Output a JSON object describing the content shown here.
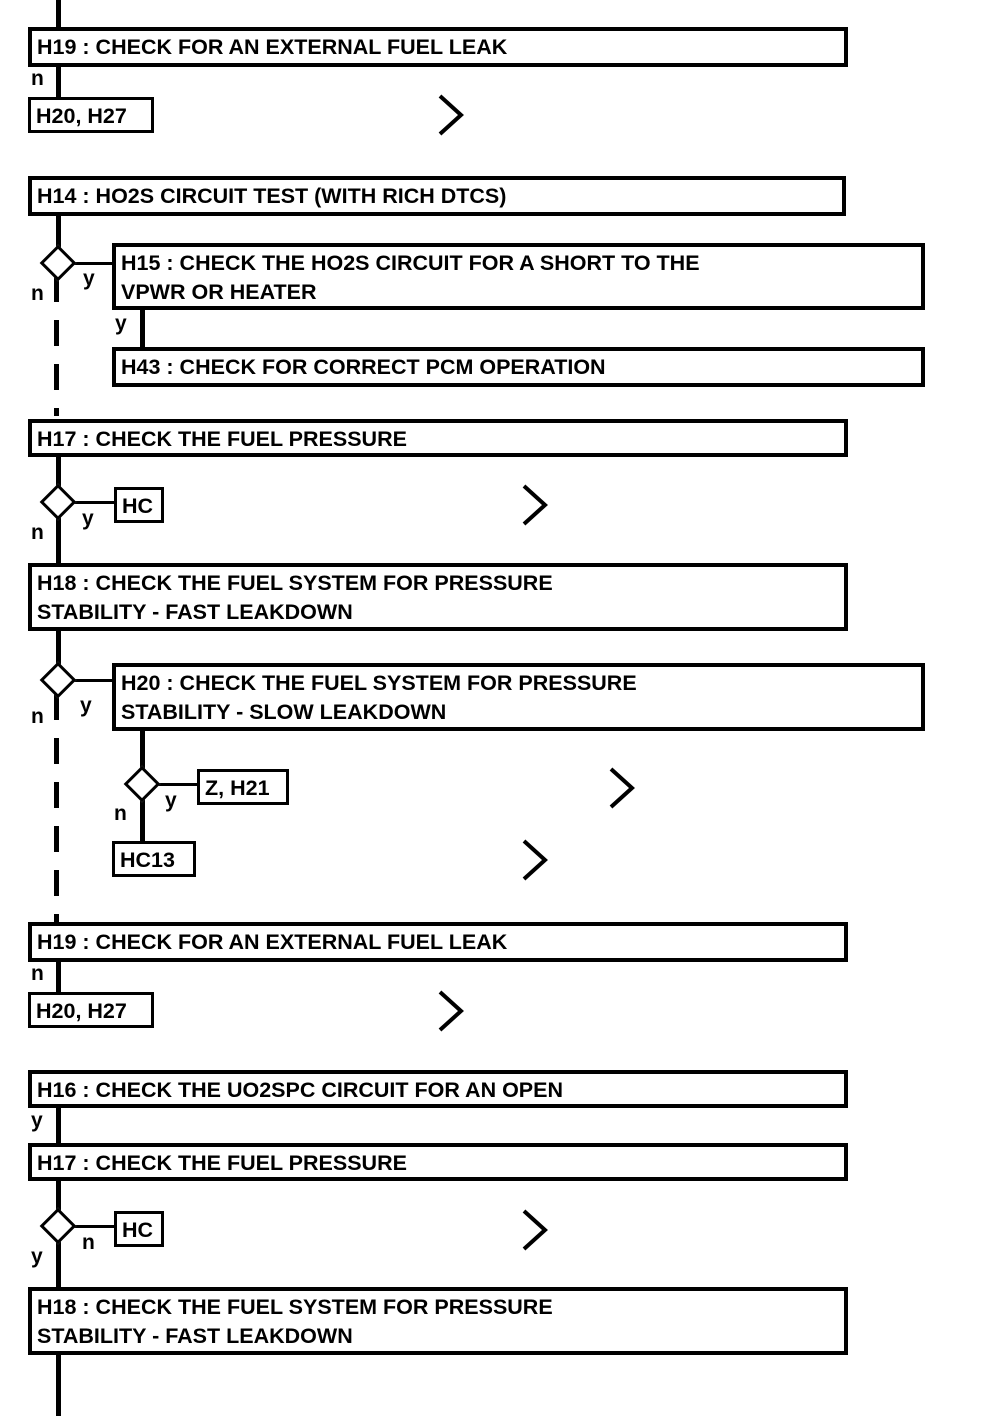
{
  "diagram": {
    "type": "flowchart",
    "title": "Fuel system / HO2S diagnostic decision tree",
    "colors": {
      "line": "#000000",
      "background": "#ffffff",
      "text": "#000000"
    },
    "branch_labels": {
      "yes": "y",
      "no": "n"
    },
    "icons": {
      "continuation": "chevron-right-icon"
    },
    "nodes": [
      {
        "id": "n1",
        "kind": "process",
        "label": "H19 : CHECK FOR AN EXTERNAL FUEL LEAK"
      },
      {
        "id": "n2",
        "kind": "terminator",
        "label": "H20, H27"
      },
      {
        "id": "n3",
        "kind": "process",
        "label": "H14 : HO2S CIRCUIT TEST (WITH RICH DTCS)"
      },
      {
        "id": "n4",
        "kind": "process",
        "label": "H15 : CHECK THE HO2S CIRCUIT FOR A SHORT TO THE\nVPWR OR HEATER"
      },
      {
        "id": "n5",
        "kind": "process",
        "label": "H43 : CHECK FOR CORRECT PCM OPERATION"
      },
      {
        "id": "n6",
        "kind": "process",
        "label": "H17 : CHECK THE FUEL PRESSURE"
      },
      {
        "id": "n7",
        "kind": "terminator",
        "label": "HC"
      },
      {
        "id": "n8",
        "kind": "process",
        "label": "H18 : CHECK THE FUEL SYSTEM FOR PRESSURE\nSTABILITY - FAST LEAKDOWN"
      },
      {
        "id": "n9",
        "kind": "process",
        "label": "H20 : CHECK THE FUEL SYSTEM FOR PRESSURE\nSTABILITY - SLOW LEAKDOWN"
      },
      {
        "id": "n10",
        "kind": "terminator",
        "label": "Z, H21"
      },
      {
        "id": "n11",
        "kind": "terminator",
        "label": "HC13"
      },
      {
        "id": "n12",
        "kind": "process",
        "label": "H19 : CHECK FOR AN EXTERNAL FUEL LEAK"
      },
      {
        "id": "n13",
        "kind": "terminator",
        "label": "H20, H27"
      },
      {
        "id": "n14",
        "kind": "process",
        "label": "H16 : CHECK THE UO2SPC CIRCUIT FOR AN OPEN"
      },
      {
        "id": "n15",
        "kind": "process",
        "label": "H17 : CHECK THE FUEL PRESSURE"
      },
      {
        "id": "n16",
        "kind": "terminator",
        "label": "HC"
      },
      {
        "id": "n17",
        "kind": "process",
        "label": "H18 : CHECK THE FUEL SYSTEM FOR PRESSURE\nSTABILITY - FAST LEAKDOWN"
      }
    ],
    "edge_labels": [
      {
        "id": "e1",
        "text": "n"
      },
      {
        "id": "e2",
        "text": "y"
      },
      {
        "id": "e3",
        "text": "n"
      },
      {
        "id": "e4",
        "text": "y"
      },
      {
        "id": "e5",
        "text": "y"
      },
      {
        "id": "e6",
        "text": "n"
      },
      {
        "id": "e7",
        "text": "n"
      },
      {
        "id": "e8",
        "text": "y"
      },
      {
        "id": "e9",
        "text": "n"
      },
      {
        "id": "e10",
        "text": "y"
      },
      {
        "id": "e11",
        "text": "n"
      },
      {
        "id": "e12",
        "text": "y"
      },
      {
        "id": "e13",
        "text": "y"
      },
      {
        "id": "e14",
        "text": "n"
      }
    ]
  }
}
